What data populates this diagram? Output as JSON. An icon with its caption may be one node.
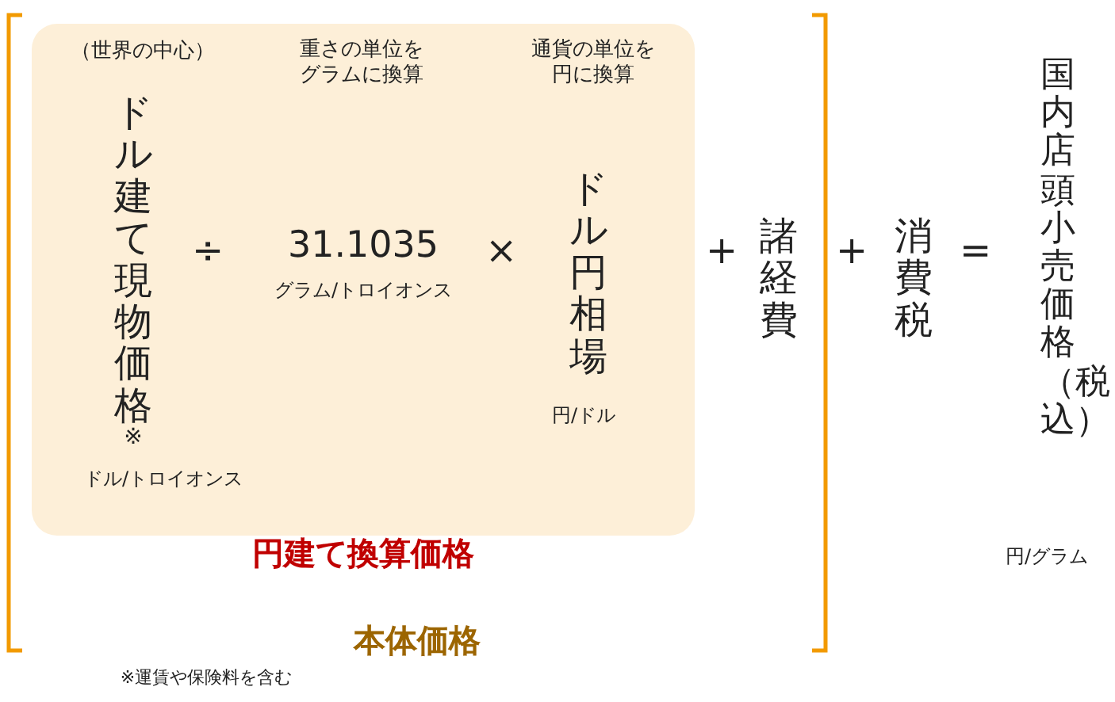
{
  "diagram": {
    "nodes": [
      {
        "text": [
          "本体価格"
        ]
      },
      {
        "text": [
          "円建て換算価格"
        ],
        "in": 0
      }
    ],
    "edges": [],
    "labels": [
      "（世界の中心）",
      "重さの単位をグラムに換算",
      "通貨の単位を円に換算",
      "ドル建て現物価格",
      "÷",
      "31.1035",
      "×",
      "ドル円相場",
      "+",
      "諸経費",
      "+",
      "消費税",
      "=",
      "国内店頭小売価格（税込）",
      "※",
      "グラム/トロイオンス",
      "円/ドル",
      "円/グラム",
      "ドル/トロイオンス",
      "※運賃や保険料を含む"
    ]
  }
}
